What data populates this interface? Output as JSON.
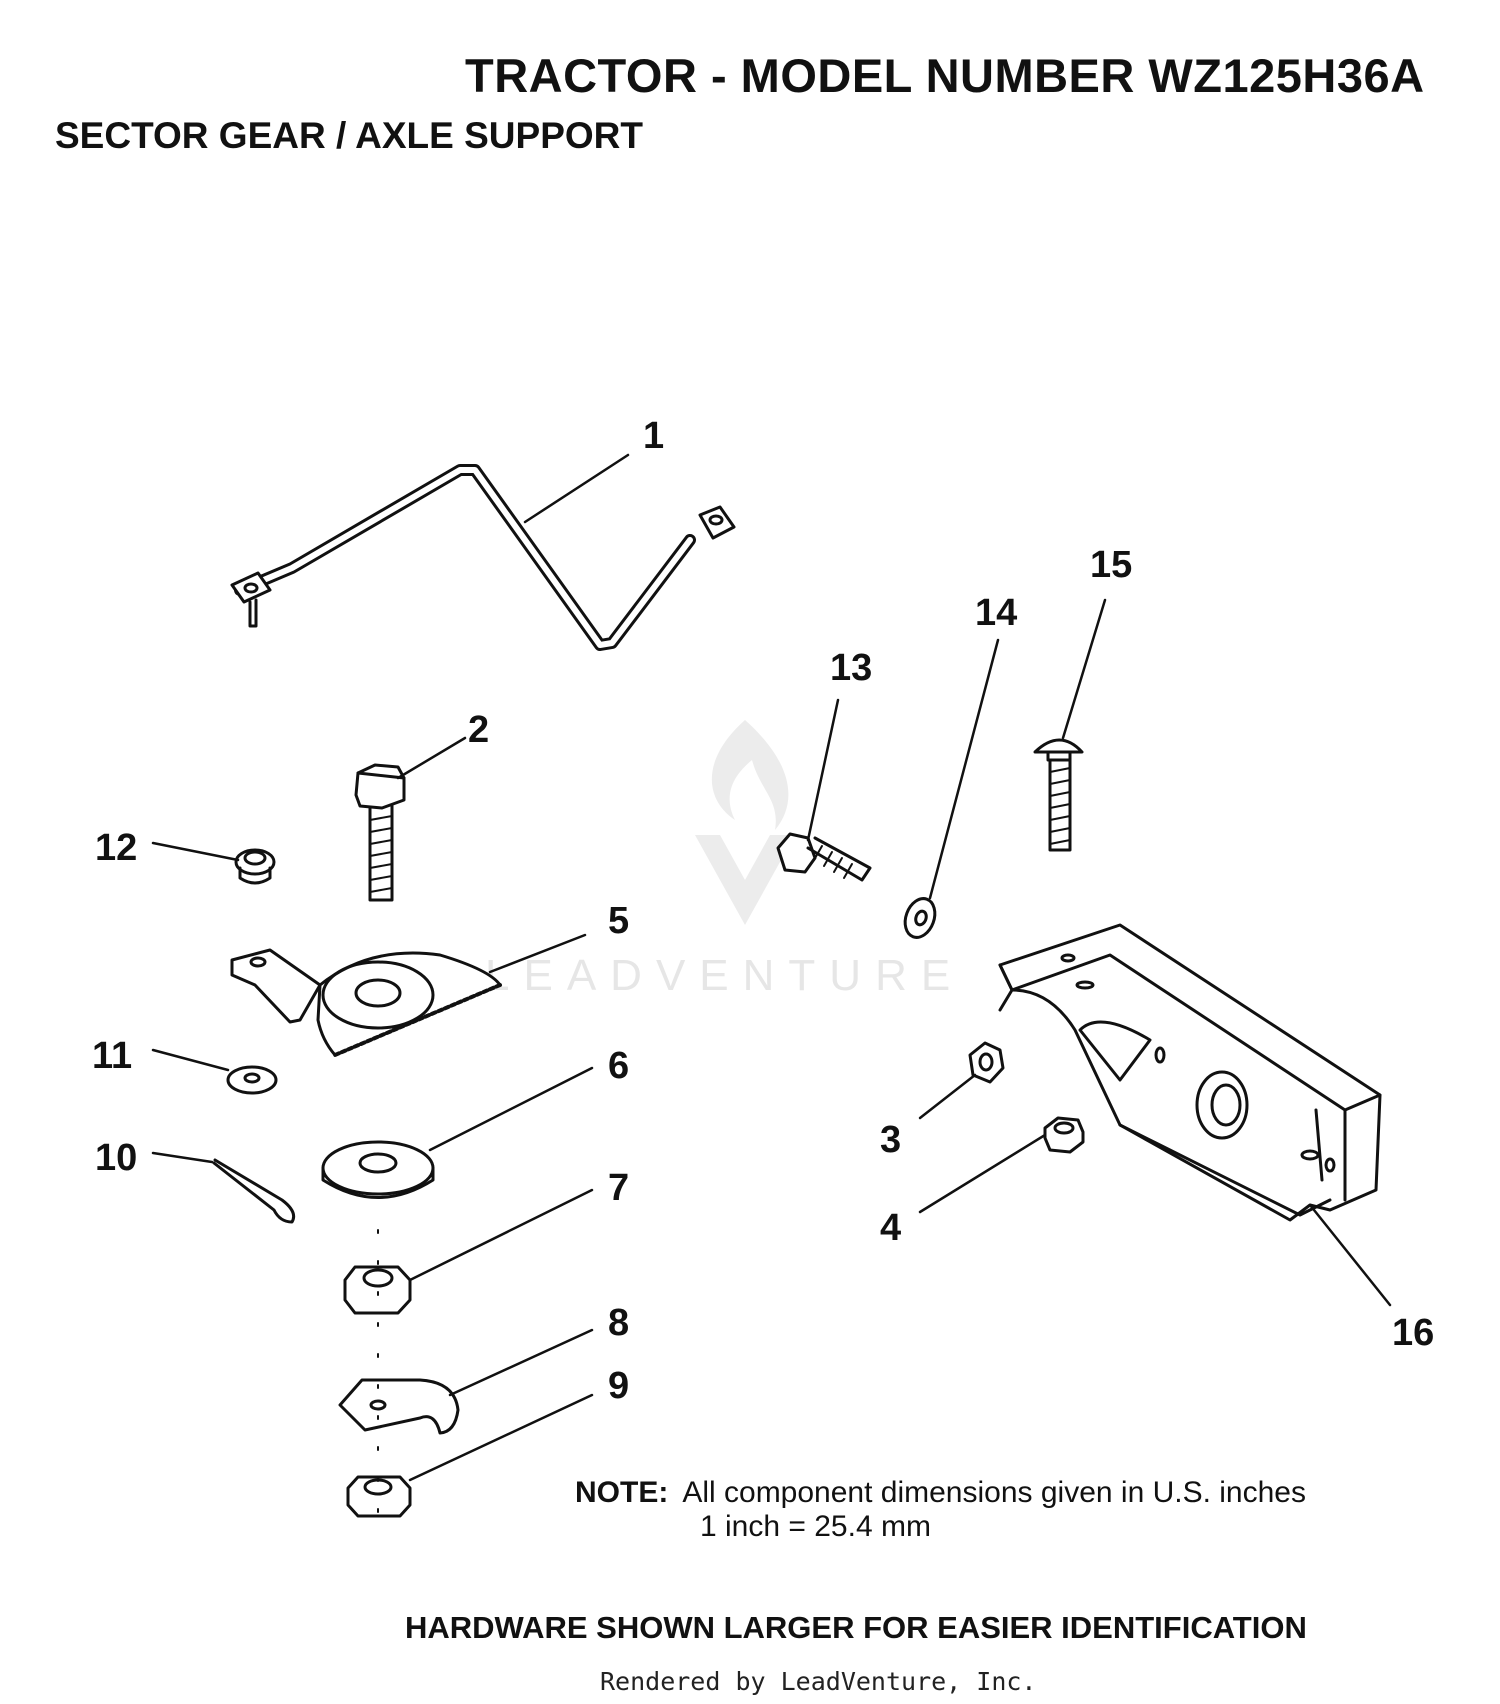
{
  "header": {
    "title": "TRACTOR  - MODEL NUMBER WZ125H36A",
    "subtitle": "SECTOR GEAR / AXLE SUPPORT"
  },
  "watermark": {
    "text": "LEADVENTURE",
    "icon": "flame-v-logo-icon"
  },
  "callouts": [
    "1",
    "2",
    "3",
    "4",
    "5",
    "6",
    "7",
    "8",
    "9",
    "10",
    "11",
    "12",
    "13",
    "14",
    "15",
    "16"
  ],
  "note": {
    "label": "NOTE:",
    "line1": "All component dimensions given in U.S. inches",
    "line2": "1 inch = 25.4 mm"
  },
  "footer": {
    "hardware": "HARDWARE SHOWN LARGER FOR EASIER IDENTIFICATION",
    "rendered": "Rendered by LeadVenture, Inc."
  },
  "colors": {
    "line": "#111111",
    "watermark": "#e6e6e6"
  }
}
